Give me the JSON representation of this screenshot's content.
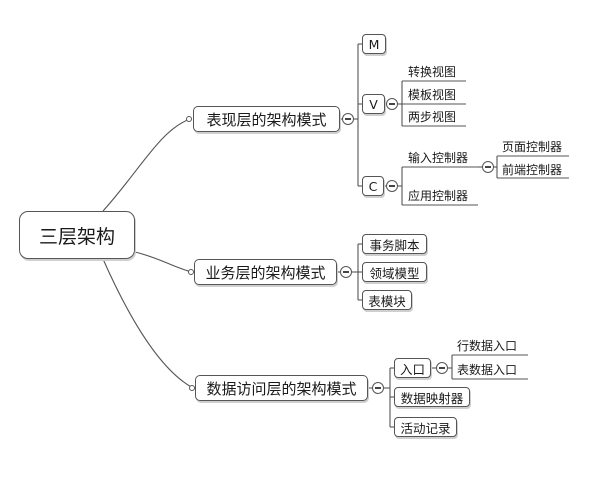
{
  "root": {
    "label": "三层架构"
  },
  "presentation": {
    "label": "表现层的架构模式",
    "m": {
      "label": "M"
    },
    "v": {
      "label": "V",
      "items": [
        "转换视图",
        "模板视图",
        "两步视图"
      ]
    },
    "c": {
      "label": "C",
      "input_controller": {
        "label": "输入控制器",
        "items": [
          "页面控制器",
          "前端控制器"
        ]
      },
      "app_controller": {
        "label": "应用控制器"
      }
    }
  },
  "business": {
    "label": "业务层的架构模式",
    "items": [
      "事务脚本",
      "领域模型",
      "表模块"
    ]
  },
  "data_access": {
    "label": "数据访问层的架构模式",
    "entry": {
      "label": "入口",
      "items": [
        "行数据入口",
        "表数据入口"
      ]
    },
    "items": [
      "数据映射器",
      "活动记录"
    ]
  }
}
